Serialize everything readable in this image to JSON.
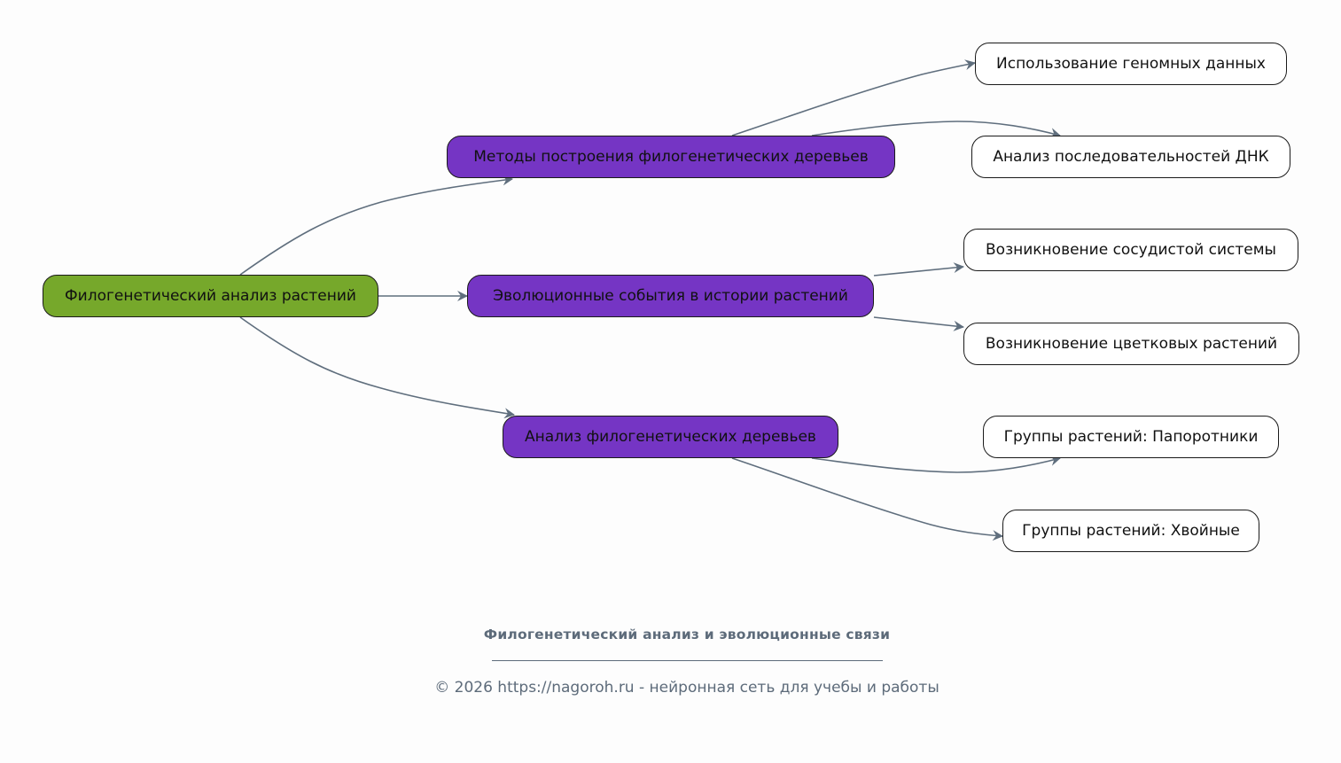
{
  "diagram": {
    "root": {
      "id": "root",
      "label": "Филогенетический анализ растений",
      "color": "#76a82b"
    },
    "branches": [
      {
        "id": "b1",
        "label": "Методы построения филогенетических деревьев",
        "color": "#7535c4"
      },
      {
        "id": "b2",
        "label": "Эволюционные события в истории растений",
        "color": "#7535c4"
      },
      {
        "id": "b3",
        "label": "Анализ филогенетических деревьев",
        "color": "#7535c4"
      }
    ],
    "leaves": [
      {
        "id": "l1",
        "parent": "b1",
        "label": "Использование геномных данных"
      },
      {
        "id": "l2",
        "parent": "b1",
        "label": "Анализ последовательностей ДНК"
      },
      {
        "id": "l3",
        "parent": "b2",
        "label": "Возникновение сосудистой системы"
      },
      {
        "id": "l4",
        "parent": "b2",
        "label": "Возникновение цветковых растений"
      },
      {
        "id": "l5",
        "parent": "b3",
        "label": "Группы растений: Папоротники"
      },
      {
        "id": "l6",
        "parent": "b3",
        "label": "Группы растений: Хвойные"
      }
    ],
    "edges": [
      [
        "root",
        "b1"
      ],
      [
        "root",
        "b2"
      ],
      [
        "root",
        "b3"
      ],
      [
        "b1",
        "l1"
      ],
      [
        "b1",
        "l2"
      ],
      [
        "b2",
        "l3"
      ],
      [
        "b2",
        "l4"
      ],
      [
        "b3",
        "l5"
      ],
      [
        "b3",
        "l6"
      ]
    ],
    "edge_color": "#5f6e7d"
  },
  "footer": {
    "title": "Филогенетический анализ и эволюционные связи",
    "separator": "________________________________________________",
    "copyright": "© 2026 https://nagoroh.ru - нейронная сеть для учебы и работы"
  }
}
